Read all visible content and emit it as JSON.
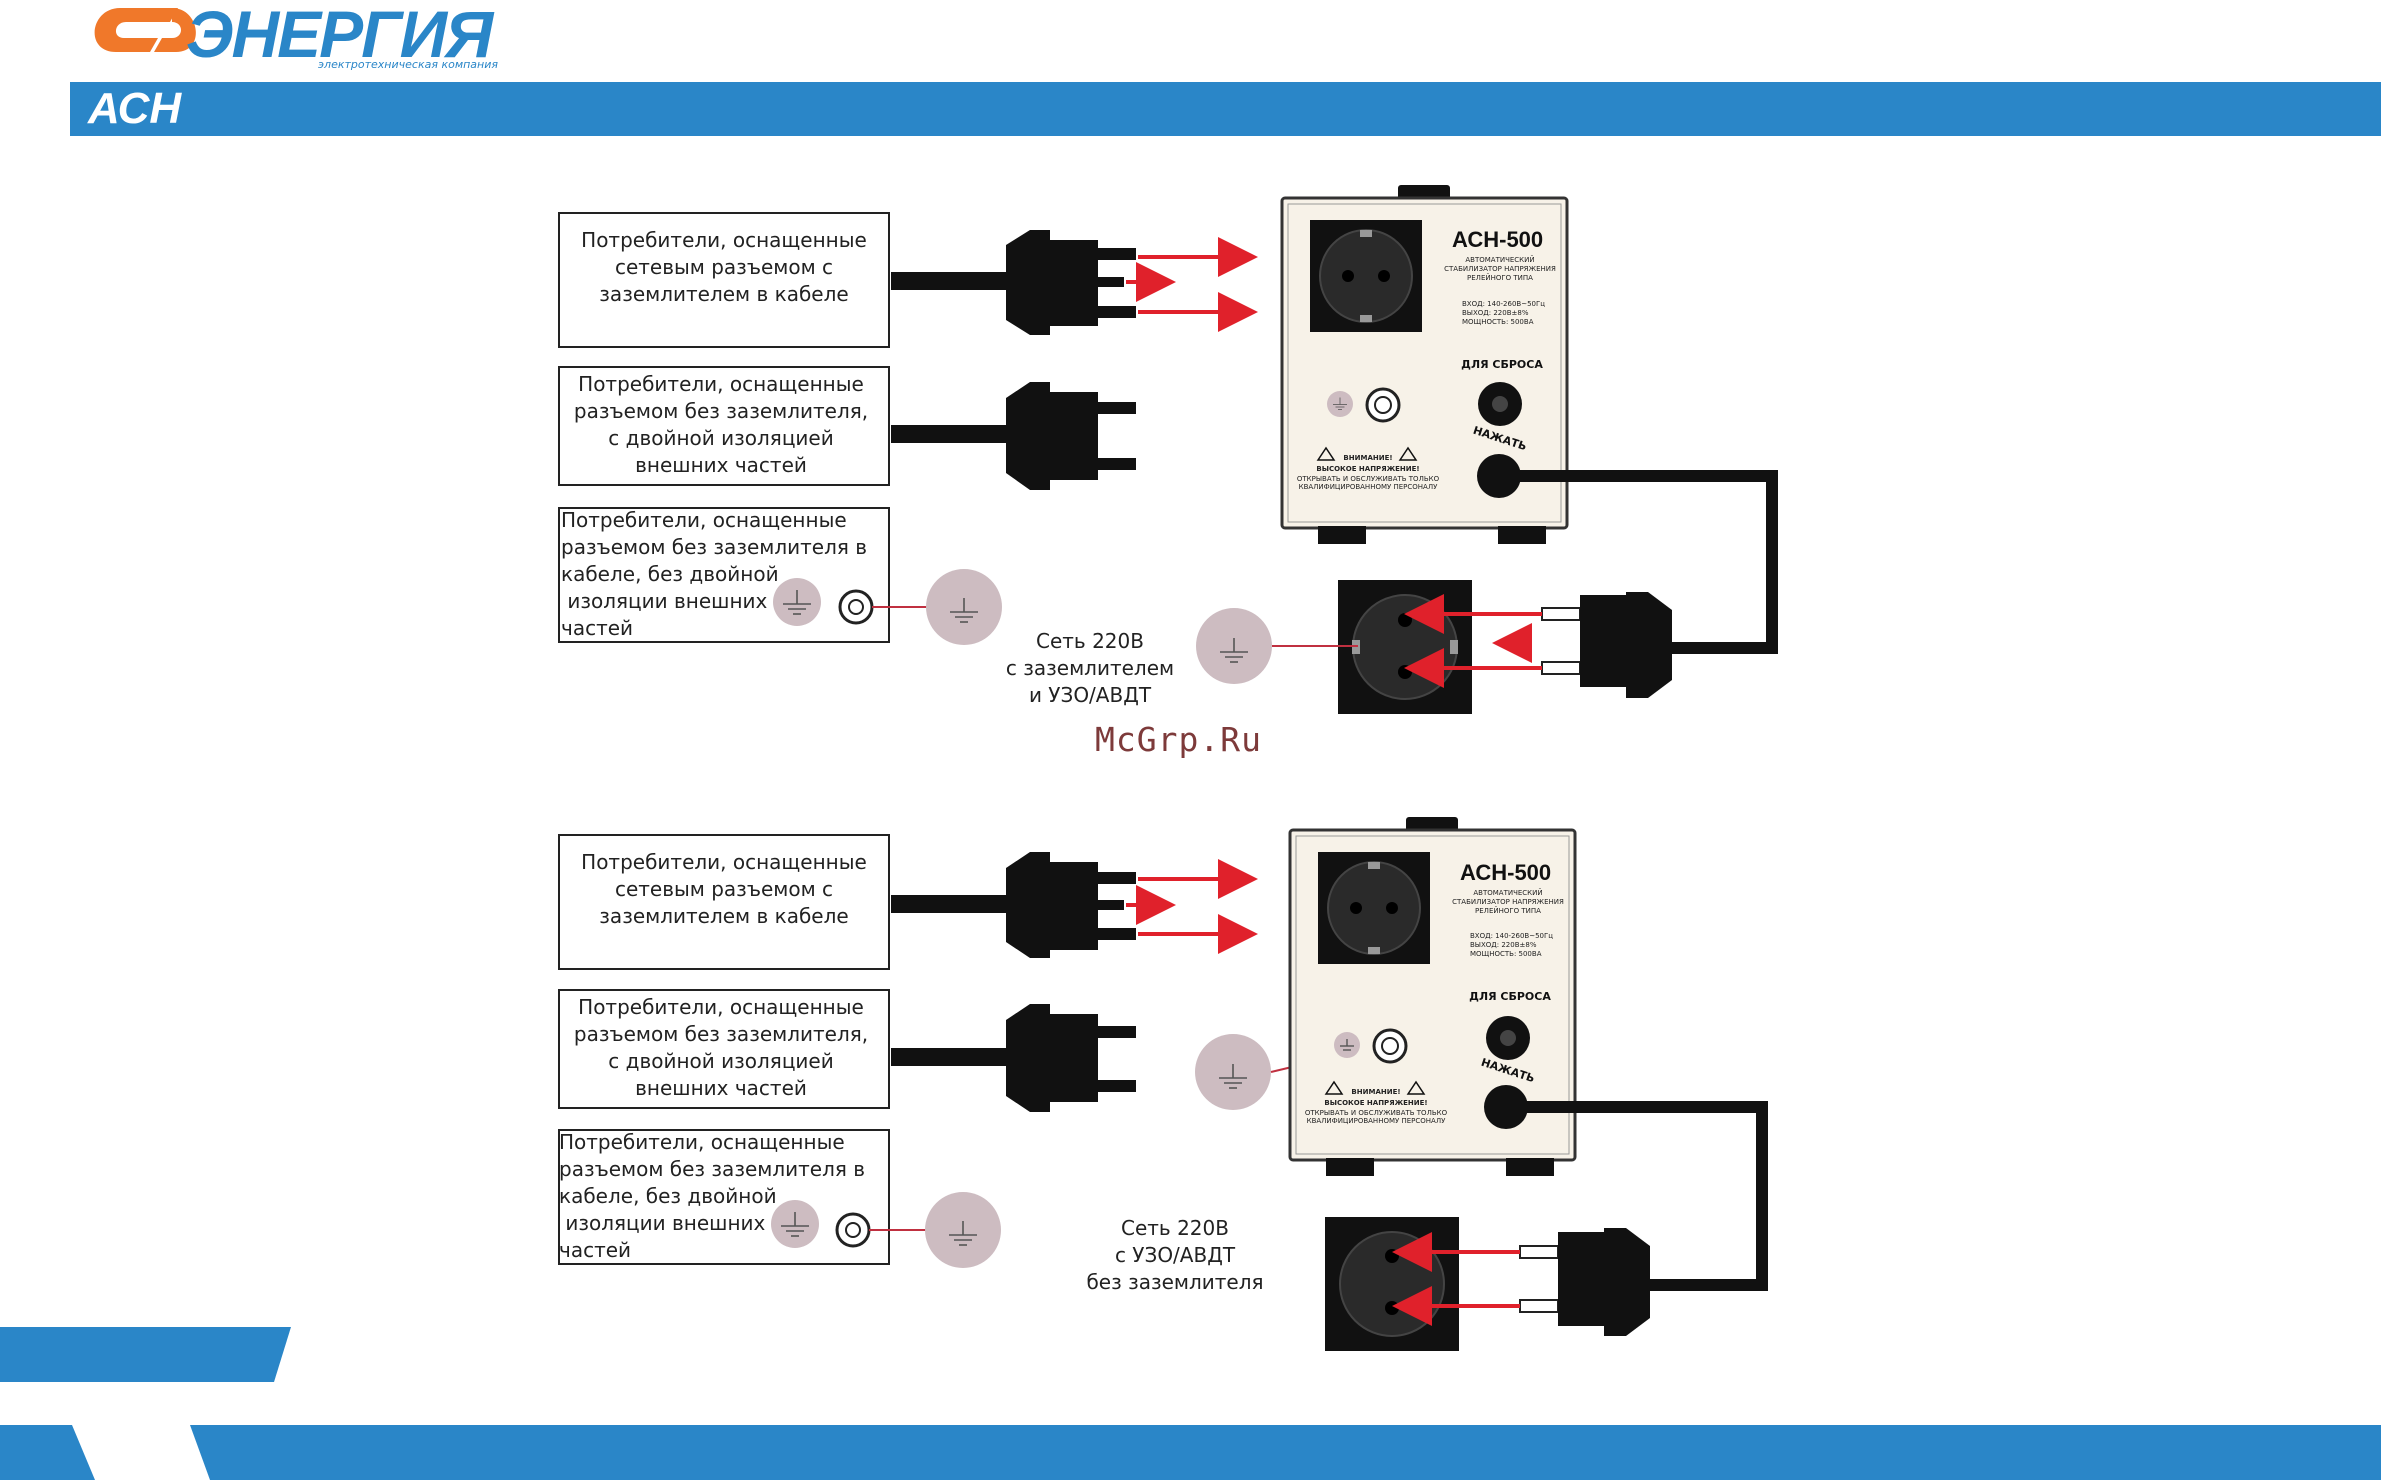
{
  "brand": {
    "logo_text": "ЭНЕРГИЯ",
    "logo_tagline": "электротехническая компания",
    "series_mark": "АСН"
  },
  "colors": {
    "blue": "#2a86c8",
    "orange": "#f0782a",
    "red_arrow": "#e0212b",
    "ground_circle": "#cdbcc1",
    "device_body": "#f7f2e8"
  },
  "watermark": "McGrp.Ru",
  "diagrams": [
    {
      "consumers": [
        {
          "lines": [
            "Потребители, оснащенные",
            "сетевым разъемом с",
            "заземлителем в кабеле"
          ]
        },
        {
          "lines": [
            "Потребители, оснащенные",
            "разъемом без заземлителя,",
            "с двойной изоляцией",
            "внешних частей"
          ]
        },
        {
          "lines": [
            "Потребители, оснащенные",
            "разъемом без заземлителя в",
            "кабеле, без двойной",
            " изоляции внешних",
            "частей"
          ]
        }
      ],
      "network_label": [
        "Сеть 220В",
        "с заземлителем",
        "и УЗО/АВДТ"
      ]
    },
    {
      "consumers": [
        {
          "lines": [
            "Потребители, оснащенные",
            "сетевым разъемом с",
            "заземлителем в кабеле"
          ]
        },
        {
          "lines": [
            "Потребители, оснащенные",
            "разъемом без заземлителя,",
            "с двойной изоляцией",
            "внешних частей"
          ]
        },
        {
          "lines": [
            "Потребители, оснащенные",
            "разъемом без заземлителя в",
            "кабеле, без двойной",
            " изоляции внешних",
            "частей"
          ]
        }
      ],
      "network_label": [
        "Сеть 220В",
        "с УЗО/АВДТ",
        "без заземлителя"
      ]
    }
  ],
  "device": {
    "model": "АСН-500",
    "subtitle": [
      "АВТОМАТИЧЕСКИЙ",
      "СТАБИЛИЗАТОР НАПРЯЖЕНИЯ",
      "РЕЛЕЙНОГО ТИПА"
    ],
    "specs": [
      "ВХОД:   140-260В~50Гц",
      "ВЫХОД:        220В±8%",
      "МОЩНОСТЬ:        500ВА"
    ],
    "reset_label": "ДЛЯ СБРОСА",
    "press_label": "НАЖАТЬ",
    "warning_title": "ВНИМАНИЕ!",
    "warning_line": "ВЫСОКОЕ НАПРЯЖЕНИЕ!",
    "warning_small": [
      "ОТКРЫВАТЬ И ОБСЛУЖИВАТЬ ТОЛЬКО",
      "КВАЛИФИЦИРОВАННОМУ ПЕРСОНАЛУ"
    ]
  }
}
